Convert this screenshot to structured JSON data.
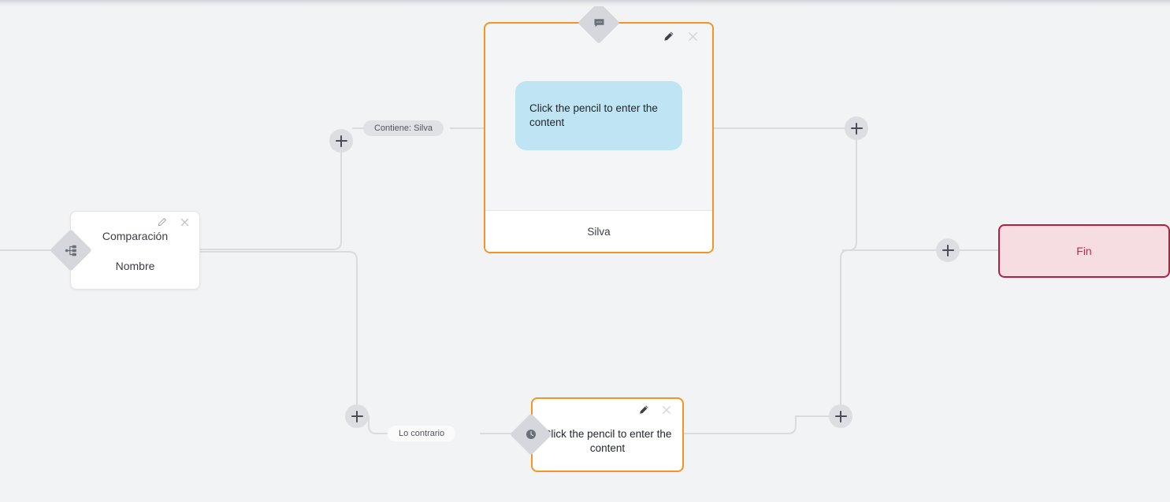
{
  "canvas": {
    "background_color": "#f2f3f5",
    "edge_color": "#d9dbdf"
  },
  "nodes": {
    "comparison": {
      "title": "Comparación",
      "subtitle": "Nombre",
      "icon": "branch-icon",
      "edit_icon": "pencil-icon",
      "close_icon": "close-icon",
      "border_color": "#e2e4e8",
      "background_color": "#ffffff"
    },
    "message": {
      "bubble_text": "Click the pencil to enter the content",
      "footer_label": "Silva",
      "icon": "chat-bubble-icon",
      "edit_icon": "pencil-icon",
      "close_icon": "close-icon",
      "border_color": "#f39423",
      "bubble_color": "#bfe5f5"
    },
    "wait": {
      "text": "Click the pencil to enter the content",
      "icon": "clock-icon",
      "edit_icon": "pencil-icon",
      "close_icon": "close-icon",
      "border_color": "#f39423",
      "background_color": "#ffffff"
    },
    "end": {
      "label": "Fin",
      "border_color": "#b81d40",
      "background_color": "#f6dde2",
      "text_color": "#c0294a"
    }
  },
  "edge_labels": {
    "contains": "Contiene: Silva",
    "otherwise": "Lo contrario"
  },
  "add_buttons": [
    {
      "name": "add-node-top-left",
      "label": "+"
    },
    {
      "name": "add-node-top-right",
      "label": "+"
    },
    {
      "name": "add-node-bottom-left",
      "label": "+"
    },
    {
      "name": "add-node-bottom-right",
      "label": "+"
    },
    {
      "name": "add-node-end",
      "label": "+"
    }
  ]
}
